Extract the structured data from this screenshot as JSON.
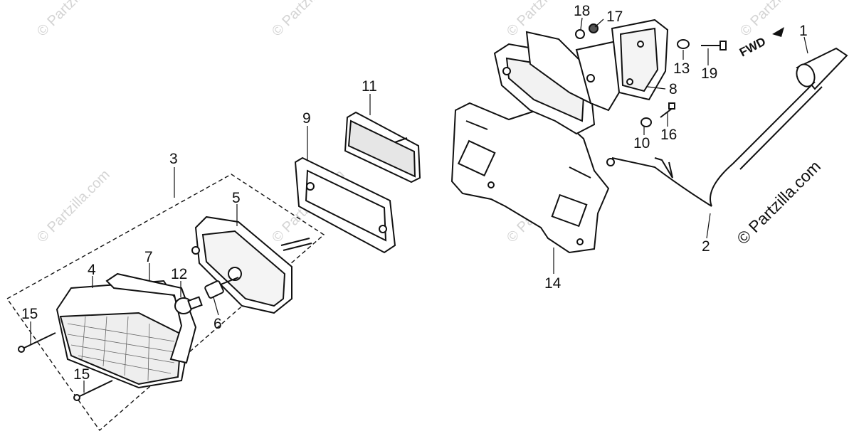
{
  "watermark": {
    "small": "© Partzilla.com",
    "large": "© Partzilla.com"
  },
  "direction_label": "FWD",
  "callouts": [
    {
      "id": "c1",
      "label": "1"
    },
    {
      "id": "c2",
      "label": "2"
    },
    {
      "id": "c3",
      "label": "3"
    },
    {
      "id": "c4",
      "label": "4"
    },
    {
      "id": "c5",
      "label": "5"
    },
    {
      "id": "c6",
      "label": "6"
    },
    {
      "id": "c7",
      "label": "7"
    },
    {
      "id": "c8",
      "label": "8"
    },
    {
      "id": "c9",
      "label": "9"
    },
    {
      "id": "c10",
      "label": "10"
    },
    {
      "id": "c11",
      "label": "11"
    },
    {
      "id": "c12",
      "label": "12"
    },
    {
      "id": "c13",
      "label": "13"
    },
    {
      "id": "c14",
      "label": "14"
    },
    {
      "id": "c15a",
      "label": "15"
    },
    {
      "id": "c15b",
      "label": "15"
    },
    {
      "id": "c16",
      "label": "16"
    },
    {
      "id": "c17",
      "label": "17"
    },
    {
      "id": "c18",
      "label": "18"
    },
    {
      "id": "c19",
      "label": "19"
    }
  ]
}
